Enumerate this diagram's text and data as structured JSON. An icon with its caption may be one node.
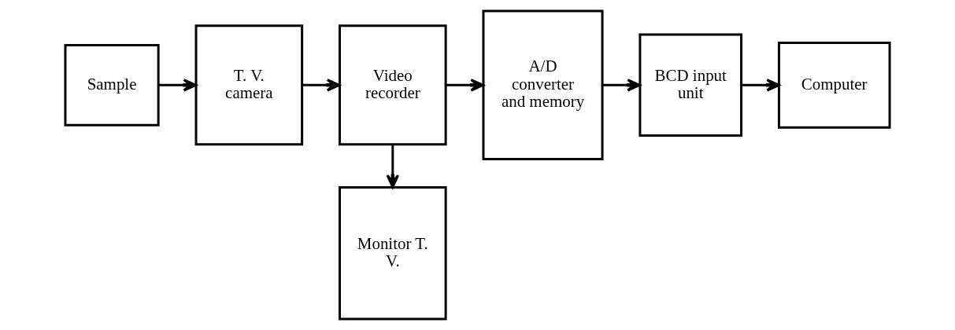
{
  "diagram": {
    "nodes": [
      {
        "text": [
          "Sample"
        ]
      },
      {
        "text": [
          "T. V. camera"
        ]
      },
      {
        "text": [
          "Video recorder"
        ]
      },
      {
        "text": [
          "A/D converter and memory"
        ]
      },
      {
        "text": [
          "BCD input unit"
        ]
      },
      {
        "text": [
          "Computer"
        ]
      },
      {
        "text": [
          "Monitor T. V."
        ]
      }
    ],
    "edges": [
      {
        "from": 0,
        "to": 1,
        "arrow": "to"
      },
      {
        "from": 1,
        "to": 2,
        "arrow": "to"
      },
      {
        "from": 2,
        "to": 3,
        "arrow": "to"
      },
      {
        "from": 3,
        "to": 4,
        "arrow": "to"
      },
      {
        "from": 4,
        "to": 5,
        "arrow": "to"
      },
      {
        "from": 2,
        "to": 6,
        "arrow": "to"
      }
    ]
  }
}
